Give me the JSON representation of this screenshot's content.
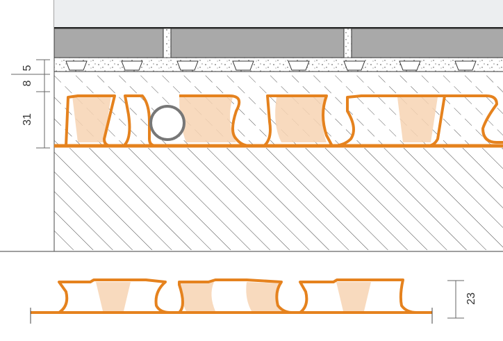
{
  "dimensions": {
    "tile_bed": "5",
    "membrane_cover": "8",
    "screed_height": "31",
    "membrane_height": "23"
  },
  "colors": {
    "membrane": "#e5821e",
    "membrane_fill": "#f7d3b3",
    "tile": "#a9a9a9",
    "tile_top": "#eceef0",
    "hatch": "#555555",
    "dim_line": "#666666"
  }
}
